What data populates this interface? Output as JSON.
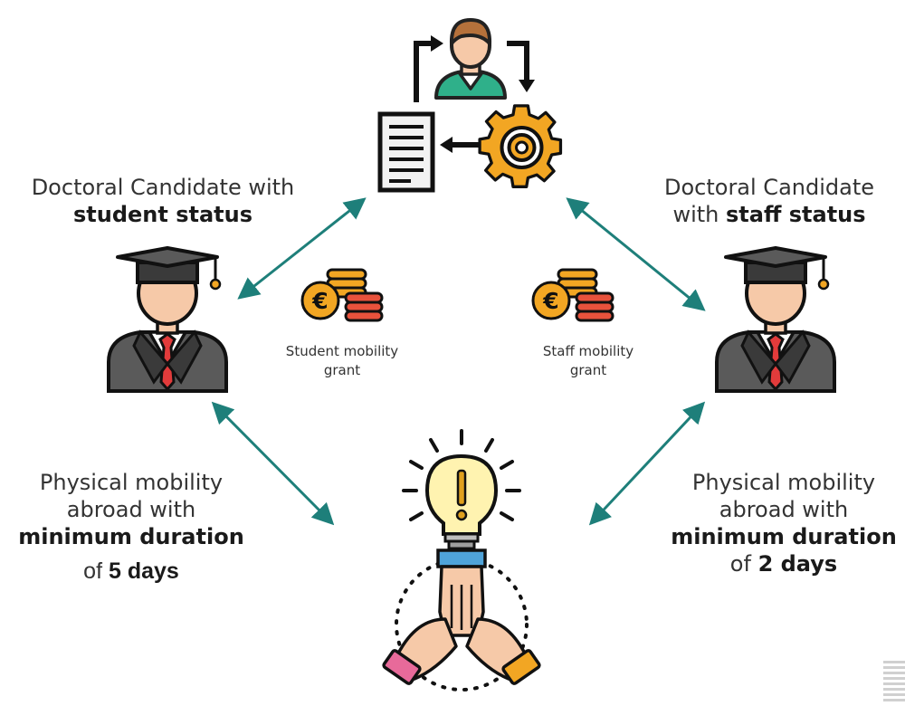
{
  "left_candidate": {
    "line1": "Doctoral Candidate with",
    "line2": "student status"
  },
  "right_candidate": {
    "line1": "Doctoral Candidate",
    "prefix": "with ",
    "bold": "staff status"
  },
  "left_grant": {
    "line1": "Student mobility",
    "line2": "grant"
  },
  "right_grant": {
    "line1": "Staff mobility",
    "line2": "grant"
  },
  "left_mobility": {
    "line1": "Physical mobility",
    "line2": "abroad with",
    "line3": "minimum duration",
    "line4_prefix": "of ",
    "line4_bold": "5 days"
  },
  "right_mobility": {
    "line1": "Physical mobility",
    "line2": "abroad with",
    "line3": "minimum duration",
    "line4_prefix": "of ",
    "line4_bold": "2 days"
  },
  "colors": {
    "arrow": "#1e7f7a",
    "coin": "#f2a623",
    "coin_red": "#e8523c",
    "gear": "#f2a623",
    "shirt": "#2fb08a",
    "cap": "#3a3a3a",
    "tie": "#e23b3b"
  },
  "icons": [
    "workflow-icon",
    "document-icon",
    "gear-icon",
    "user-icon",
    "graduate-icon",
    "coins-euro-icon",
    "idea-bulb-icon",
    "hands-together-icon"
  ]
}
